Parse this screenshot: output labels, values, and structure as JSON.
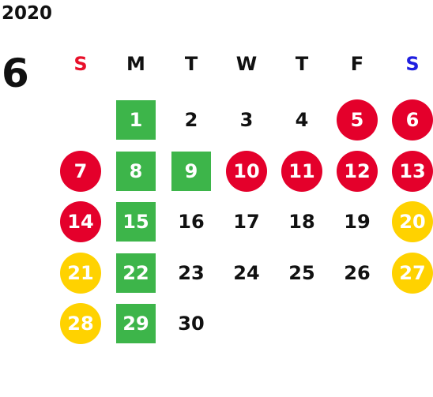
{
  "year": "2020",
  "month": "6",
  "weekdays": [
    {
      "label": "S",
      "color": "#e8102a"
    },
    {
      "label": "M",
      "color": "#111111"
    },
    {
      "label": "T",
      "color": "#111111"
    },
    {
      "label": "W",
      "color": "#111111"
    },
    {
      "label": "T",
      "color": "#111111"
    },
    {
      "label": "F",
      "color": "#111111"
    },
    {
      "label": "S",
      "color": "#1f1fe0"
    }
  ],
  "colors": {
    "red": "#e4002b",
    "green": "#3db54a",
    "yellow": "#ffd200",
    "text": "#111111"
  },
  "days": [
    {
      "day": "1",
      "weekday": 1,
      "week": 0,
      "style": "green"
    },
    {
      "day": "2",
      "weekday": 2,
      "week": 0,
      "style": "plain"
    },
    {
      "day": "3",
      "weekday": 3,
      "week": 0,
      "style": "plain"
    },
    {
      "day": "4",
      "weekday": 4,
      "week": 0,
      "style": "plain"
    },
    {
      "day": "5",
      "weekday": 5,
      "week": 0,
      "style": "red"
    },
    {
      "day": "6",
      "weekday": 6,
      "week": 0,
      "style": "red"
    },
    {
      "day": "7",
      "weekday": 0,
      "week": 1,
      "style": "red"
    },
    {
      "day": "8",
      "weekday": 1,
      "week": 1,
      "style": "green"
    },
    {
      "day": "9",
      "weekday": 2,
      "week": 1,
      "style": "green"
    },
    {
      "day": "10",
      "weekday": 3,
      "week": 1,
      "style": "red"
    },
    {
      "day": "11",
      "weekday": 4,
      "week": 1,
      "style": "red"
    },
    {
      "day": "12",
      "weekday": 5,
      "week": 1,
      "style": "red"
    },
    {
      "day": "13",
      "weekday": 6,
      "week": 1,
      "style": "red"
    },
    {
      "day": "14",
      "weekday": 0,
      "week": 2,
      "style": "red"
    },
    {
      "day": "15",
      "weekday": 1,
      "week": 2,
      "style": "green"
    },
    {
      "day": "16",
      "weekday": 2,
      "week": 2,
      "style": "plain"
    },
    {
      "day": "17",
      "weekday": 3,
      "week": 2,
      "style": "plain"
    },
    {
      "day": "18",
      "weekday": 4,
      "week": 2,
      "style": "plain"
    },
    {
      "day": "19",
      "weekday": 5,
      "week": 2,
      "style": "plain"
    },
    {
      "day": "20",
      "weekday": 6,
      "week": 2,
      "style": "yellow"
    },
    {
      "day": "21",
      "weekday": 0,
      "week": 3,
      "style": "yellow"
    },
    {
      "day": "22",
      "weekday": 1,
      "week": 3,
      "style": "green"
    },
    {
      "day": "23",
      "weekday": 2,
      "week": 3,
      "style": "plain"
    },
    {
      "day": "24",
      "weekday": 3,
      "week": 3,
      "style": "plain"
    },
    {
      "day": "25",
      "weekday": 4,
      "week": 3,
      "style": "plain"
    },
    {
      "day": "26",
      "weekday": 5,
      "week": 3,
      "style": "plain"
    },
    {
      "day": "27",
      "weekday": 6,
      "week": 3,
      "style": "yellow"
    },
    {
      "day": "28",
      "weekday": 0,
      "week": 4,
      "style": "yellow"
    },
    {
      "day": "29",
      "weekday": 1,
      "week": 4,
      "style": "green"
    },
    {
      "day": "30",
      "weekday": 2,
      "week": 4,
      "style": "plain"
    }
  ]
}
